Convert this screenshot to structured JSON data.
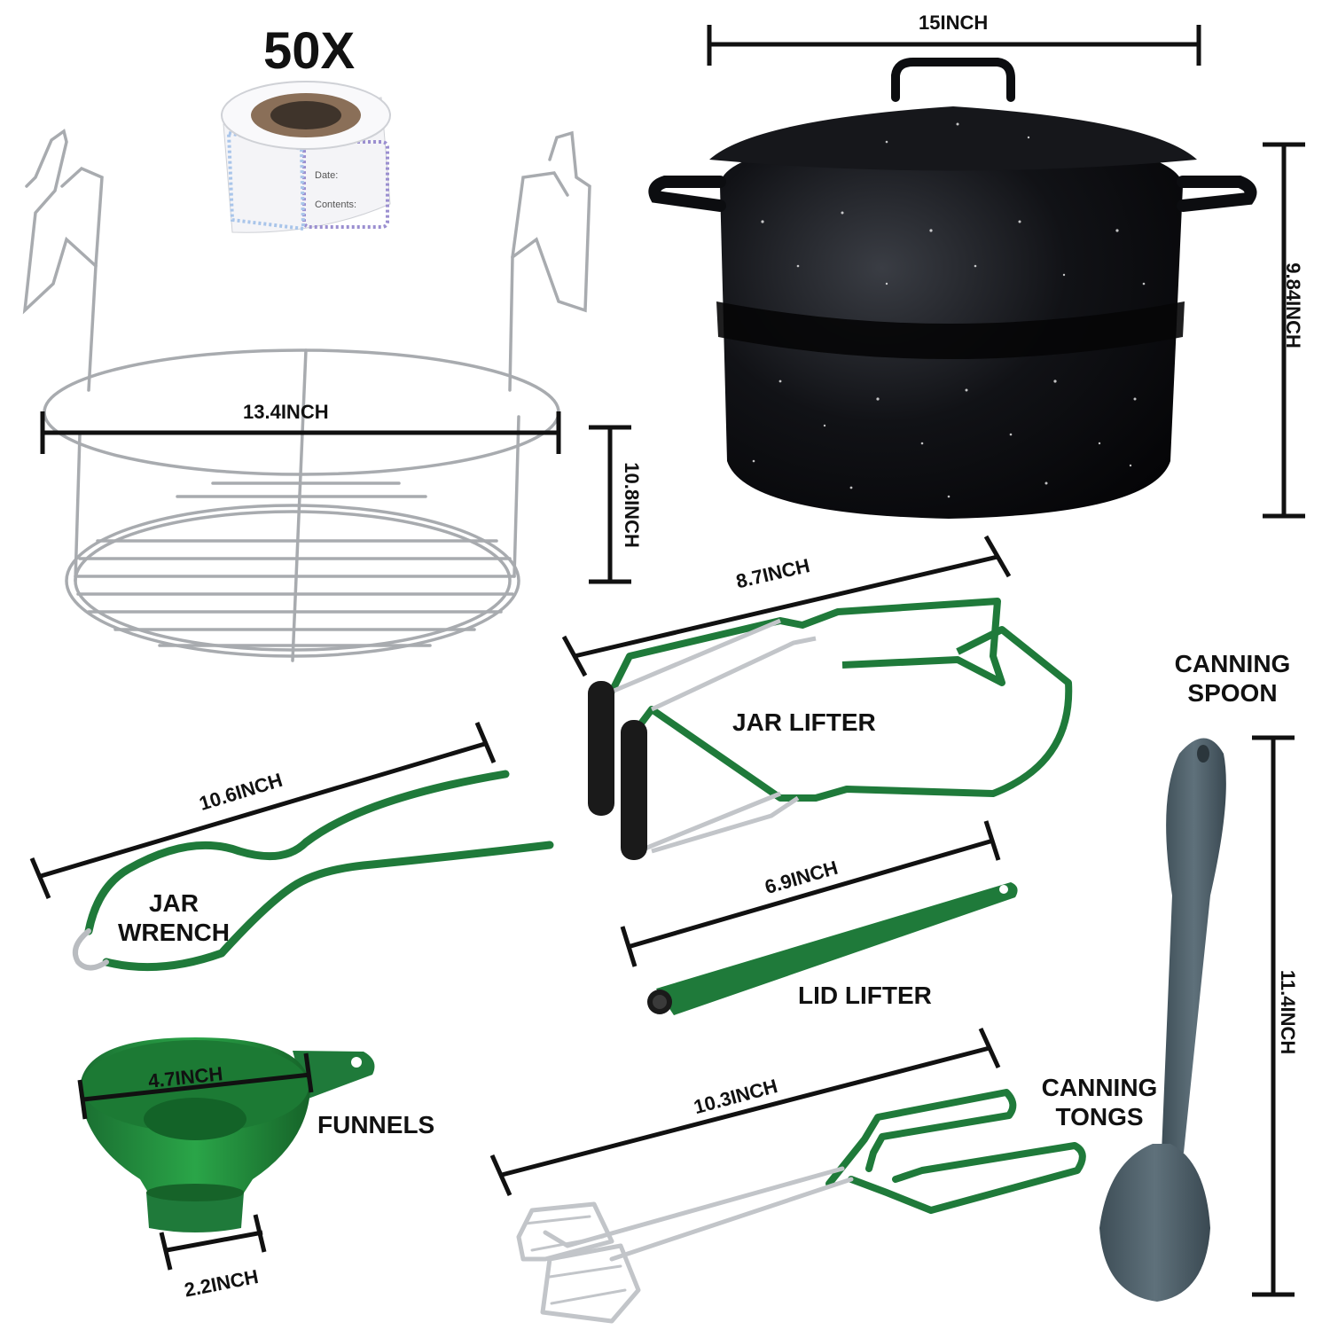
{
  "labels": {
    "sticker_count": "50X",
    "sticker_date": "Date:",
    "sticker_contents": "Contents:",
    "pot_width": "15INCH",
    "pot_height": "9.84INCH",
    "rack_width": "13.4INCH",
    "rack_height": "10.8INCH",
    "jar_lifter_length": "8.7INCH",
    "jar_lifter": "JAR LIFTER",
    "canning_spoon_line1": "CANNING",
    "canning_spoon_line2": "SPOON",
    "spoon_length": "11.4INCH",
    "jar_wrench_length": "10.6INCH",
    "jar_wrench_line1": "JAR",
    "jar_wrench_line2": "WRENCH",
    "lid_lifter_length": "6.9INCH",
    "lid_lifter": "LID LIFTER",
    "funnel_top": "4.7INCH",
    "funnel_bottom": "2.2INCH",
    "funnels": "FUNNELS",
    "tongs_length": "10.3INCH",
    "canning_tongs_line1": "CANNING",
    "canning_tongs_line2": "TONGS"
  },
  "colors": {
    "background": "#ffffff",
    "text": "#111111",
    "pot_enamel": "#0c0d10",
    "tool_green": "#1f7a3a",
    "funnel_green": "#218a3c",
    "spoon_slate": "#4e5f68",
    "steel": "#b9bcc0",
    "handle_black": "#1a1a1a"
  }
}
